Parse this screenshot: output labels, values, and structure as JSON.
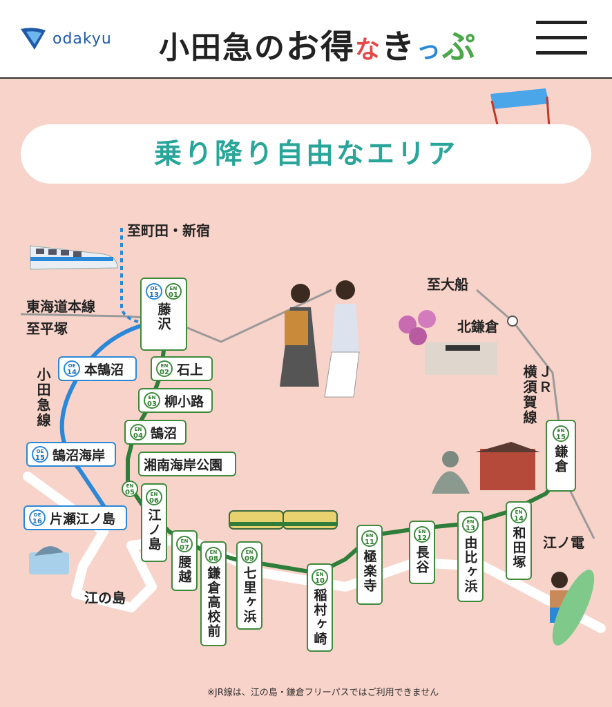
{
  "header": {
    "logo_text": "odakyu",
    "title": "小田急のお得なきっぷ",
    "title_chars": [
      {
        "c": "小",
        "color": "#222222"
      },
      {
        "c": "田",
        "color": "#222222"
      },
      {
        "c": "急",
        "color": "#222222"
      },
      {
        "c": "の",
        "color": "#222222"
      },
      {
        "c": "お",
        "color": "#222222"
      },
      {
        "c": "得",
        "color": "#222222"
      },
      {
        "c": "な",
        "color": "#e54848"
      },
      {
        "c": "き",
        "color": "#222222"
      },
      {
        "c": "っ",
        "color": "#2b88d8"
      },
      {
        "c": "ぷ",
        "color": "#4aa84a"
      }
    ],
    "menu_icon": "hamburger-menu-icon"
  },
  "banner": {
    "text": "乗り降り自由なエリア"
  },
  "labels": {
    "to_machida_shinjuku": "至町田・新宿",
    "tokaido_line": "東海道本線",
    "to_hiratsuka": "至平塚",
    "odakyu_line": "小田急線",
    "to_ofuna": "至大船",
    "kita_kamakura": "北鎌倉",
    "jr_yokosuka_line_a": "ＪＲ",
    "jr_yokosuka_line_b": "横須賀線",
    "enoden": "江ノ電",
    "enoshima_island": "江の島"
  },
  "stations": {
    "fujisawa": {
      "codes": [
        "OE 13",
        "EN 01"
      ],
      "name": "藤沢"
    },
    "hon_kugenuma": {
      "code": "OE 14",
      "name": "本鵠沼"
    },
    "kugenuma_kaigan": {
      "code": "OE 15",
      "name": "鵠沼海岸"
    },
    "katase_enoshima": {
      "code": "OE 16",
      "name": "片瀬江ノ島"
    },
    "ishigami": {
      "code": "EN 02",
      "name": "石上"
    },
    "yanagikoji": {
      "code": "EN 03",
      "name": "柳小路"
    },
    "kugenuma": {
      "code": "EN 04",
      "name": "鵠沼"
    },
    "shonan_kaigan_koen": {
      "code": "EN 05",
      "name": "湘南海岸公園"
    },
    "enoshima": {
      "code": "EN 06",
      "name": "江ノ島"
    },
    "koshigoe": {
      "code": "EN 07",
      "name": "腰越"
    },
    "kamakura_koko_mae": {
      "code": "EN 08",
      "name": "鎌倉高校前"
    },
    "shichirigahama": {
      "code": "EN 09",
      "name": "七里ヶ浜"
    },
    "inamuragasaki": {
      "code": "EN 10",
      "name": "稲村ヶ崎"
    },
    "gokurakuji": {
      "code": "EN 11",
      "name": "極楽寺"
    },
    "hase": {
      "code": "EN 12",
      "name": "長谷"
    },
    "yuigahama": {
      "code": "EN 13",
      "name": "由比ヶ浜"
    },
    "wadazuka": {
      "code": "EN 14",
      "name": "和田塚"
    },
    "kamakura": {
      "code": "EN 15",
      "name": "鎌倉"
    }
  },
  "note": "※JR線は、江の島・鎌倉フリーパスではご利用できません",
  "colors": {
    "background": "#f8d3c9",
    "banner_text": "#2aa59a",
    "enoden_line": "#2f7d3a",
    "odakyu_line": "#2b88d8",
    "jr_line": "#9a9a9a"
  }
}
